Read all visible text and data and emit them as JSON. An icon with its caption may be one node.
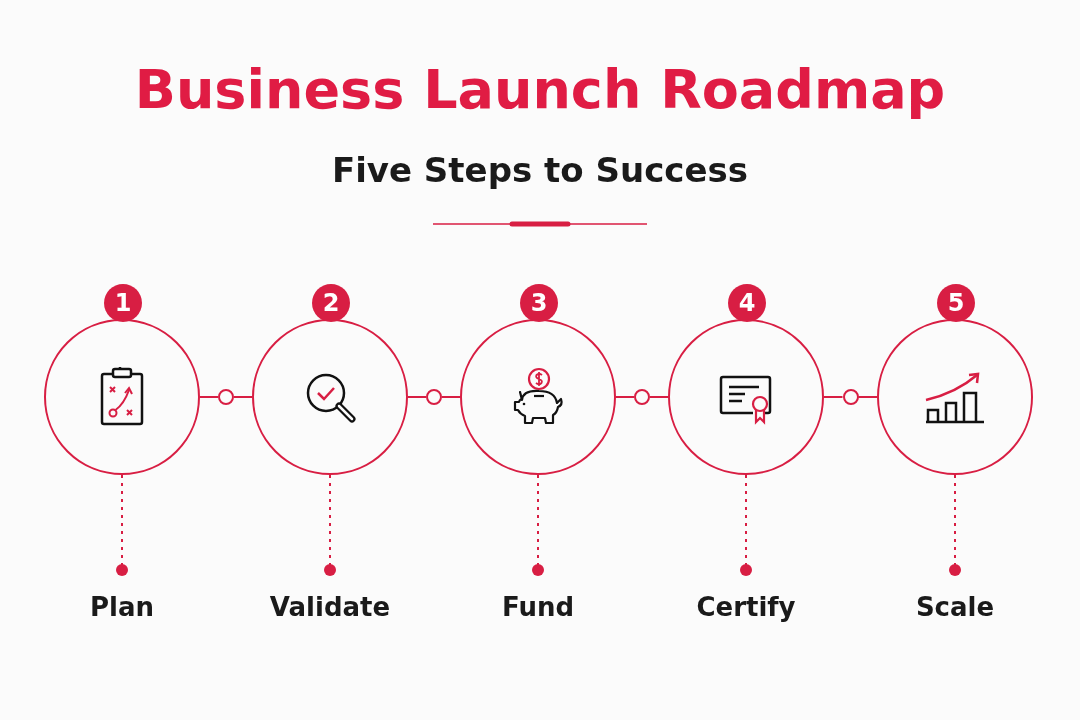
{
  "diagram": {
    "title": "Business Launch Roadmap",
    "nodes": [
      {
        "text": [
          "1"
        ]
      },
      {
        "text": [
          "2"
        ]
      },
      {
        "text": [
          "3"
        ]
      },
      {
        "text": [
          "4"
        ]
      },
      {
        "text": [
          "5"
        ]
      },
      {
        "text": [
          "Plan"
        ]
      },
      {
        "text": [
          "Validate"
        ]
      },
      {
        "text": [
          "Fund"
        ]
      },
      {
        "text": [
          "Certify"
        ]
      },
      {
        "text": [
          "Scale"
        ]
      },
      {
        "text": [],
        "shape": "circle"
      },
      {
        "text": [],
        "shape": "circle"
      },
      {
        "text": [],
        "shape": "circle"
      },
      {
        "text": [],
        "shape": "circle"
      }
    ],
    "edges": [
      {
        "from": 0,
        "to": 10,
        "arrow": "none"
      },
      {
        "from": 10,
        "to": 1,
        "arrow": "none"
      },
      {
        "from": 1,
        "to": 11,
        "arrow": "none"
      },
      {
        "from": 11,
        "to": 2,
        "arrow": "none"
      },
      {
        "from": 2,
        "to": 12,
        "arrow": "none"
      },
      {
        "from": 12,
        "to": 3,
        "arrow": "none"
      },
      {
        "from": 3,
        "to": 13,
        "arrow": "none"
      },
      {
        "from": 13,
        "to": 4,
        "arrow": "none"
      },
      {
        "from": 0,
        "to": 5,
        "arrow": "other",
        "style": "dashed"
      },
      {
        "from": 1,
        "to": 6,
        "arrow": "other",
        "style": "dashed"
      },
      {
        "from": 2,
        "to": 7,
        "arrow": "other",
        "style": "dashed"
      },
      {
        "from": 3,
        "to": 8,
        "arrow": "other",
        "style": "dashed"
      },
      {
        "from": 4,
        "to": 9,
        "arrow": "other",
        "style": "dashed"
      }
    ],
    "labels": [
      "Five Steps to Success"
    ]
  }
}
